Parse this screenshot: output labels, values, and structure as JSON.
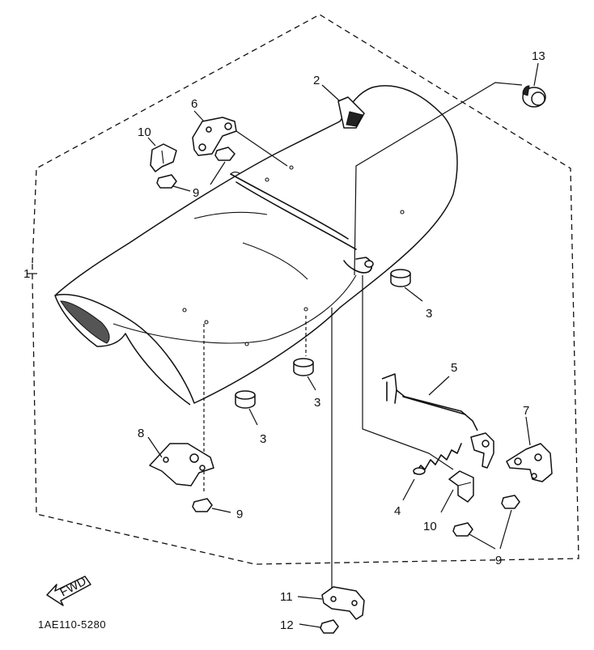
{
  "diagram": {
    "figure_code": "1AE110-5280",
    "fwd_label": "FWD",
    "callouts": {
      "c1": "1",
      "c2": "2",
      "c3a": "3",
      "c3b": "3",
      "c3c": "3",
      "c4": "4",
      "c5": "5",
      "c6": "6",
      "c7": "7",
      "c8": "8",
      "c9a": "9",
      "c9b": "9",
      "c9c": "9",
      "c10a": "10",
      "c10b": "10",
      "c11": "11",
      "c12": "12",
      "c13": "13"
    }
  }
}
